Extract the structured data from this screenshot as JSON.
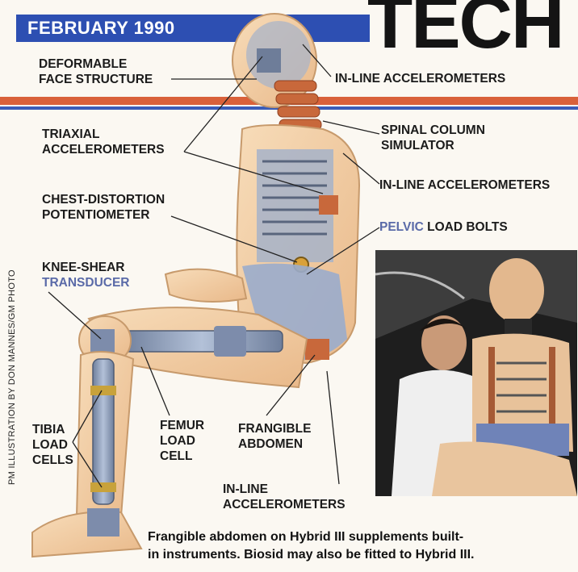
{
  "header": {
    "date": "FEBRUARY 1990",
    "section": "TECH"
  },
  "labels": {
    "deformable_face": [
      "DEFORMABLE",
      "FACE STRUCTURE"
    ],
    "inline_acc_head": [
      "IN-LINE ACCELEROMETERS"
    ],
    "triaxial": [
      "TRIAXIAL",
      "ACCELEROMETERS"
    ],
    "spinal": [
      "SPINAL COLUMN",
      "SIMULATOR"
    ],
    "inline_acc_chest": [
      "IN-LINE ACCELEROMETERS"
    ],
    "chest_distortion": [
      "CHEST-DISTORTION",
      "POTENTIOMETER"
    ],
    "pelvic": {
      "part1": "PELVIC",
      "part2": " LOAD BOLTS"
    },
    "knee_shear": [
      "KNEE-SHEAR",
      "TRANSDUCER"
    ],
    "tibia": [
      "TIBIA",
      "LOAD",
      "CELLS"
    ],
    "femur": [
      "FEMUR",
      "LOAD",
      "CELL"
    ],
    "frangible": [
      "FRANGIBLE",
      "ABDOMEN"
    ],
    "inline_acc_pelvis": [
      "IN-LINE",
      "ACCELEROMETERS"
    ]
  },
  "credit": "PM ILLUSTRATION BY DON MANNES/GM PHOTO",
  "caption": [
    "Frangible abdomen on Hybrid III supplements built-",
    "in instruments. Biosid may also be fitted to Hybrid III."
  ],
  "colors": {
    "header_blue": "#2d4fb2",
    "stripe_red": "#d9613a",
    "skin": "#f1cfa7",
    "metal": "#8a9bb8",
    "spine": "#c8683b"
  }
}
